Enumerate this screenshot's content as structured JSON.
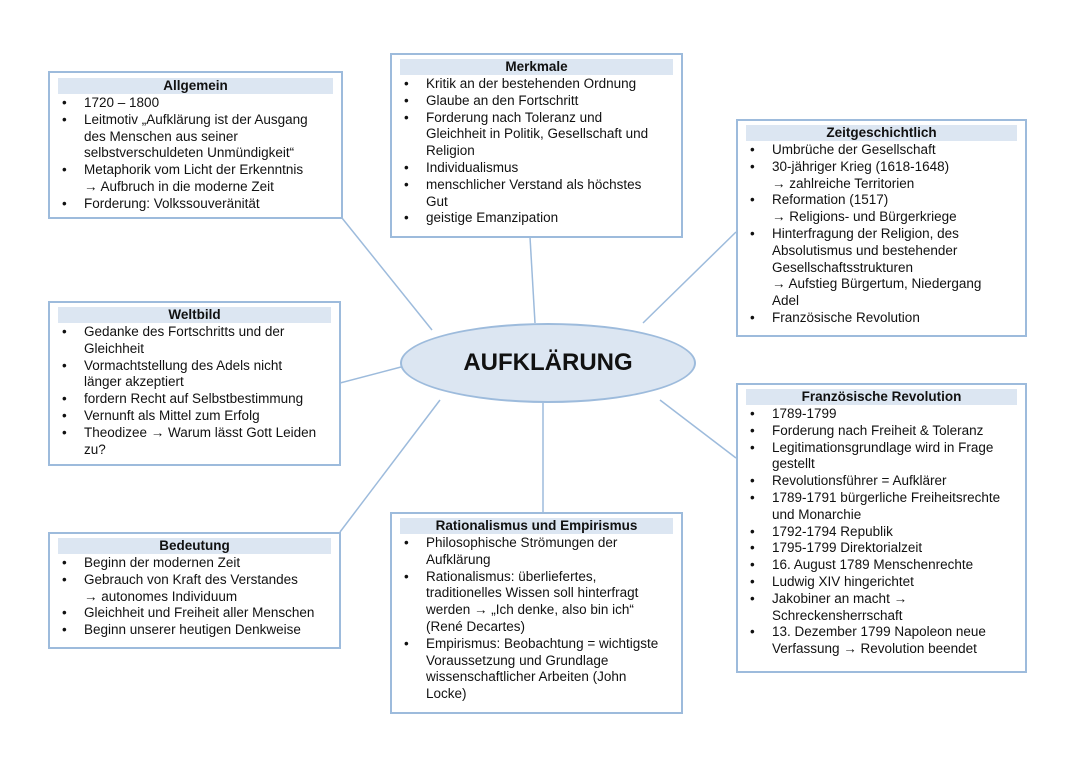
{
  "center": {
    "title": "AUFKLÄRUNG"
  },
  "colors": {
    "border": "#9dbbdc",
    "header_fill": "#dce6f2"
  },
  "boxes": {
    "allgemein": {
      "title": "Allgemein",
      "items": [
        "1720 – 1800",
        "Leitmotiv „Aufklärung ist der Ausgang\ndes Menschen aus seiner\nselbstverschuldeten Unmündigkeit“",
        "Metaphorik vom Licht der Erkenntnis\n        →  Aufbruch in die moderne Zeit",
        "Forderung: Volkssouveränität"
      ]
    },
    "merkmale": {
      "title": "Merkmale",
      "items": [
        "Kritik an der bestehenden Ordnung",
        "Glaube an den Fortschritt",
        "Forderung nach Toleranz und\nGleichheit in Politik, Gesellschaft und\nReligion",
        "Individualismus",
        "menschlicher Verstand als höchstes\nGut",
        "geistige Emanzipation"
      ]
    },
    "zeitgeschichtlich": {
      "title": "Zeitgeschichtlich",
      "items": [
        "Umbrüche der Gesellschaft",
        "30-jähriger Krieg (1618-1648)\n→ zahlreiche Territorien",
        "Reformation (1517)\n→ Religions- und Bürgerkriege",
        "Hinterfragung der Religion, des\nAbsolutismus und bestehender\nGesellschaftsstrukturen\n→ Aufstieg Bürgertum, Niedergang\nAdel",
        "Französische Revolution"
      ]
    },
    "weltbild": {
      "title": "Weltbild",
      "items": [
        "Gedanke des Fortschritts und der\nGleichheit",
        "Vormachtstellung des Adels nicht\nlänger akzeptiert",
        "fordern Recht auf Selbstbestimmung",
        "Vernunft als Mittel zum Erfolg",
        "Theodizee → Warum lässt Gott Leiden\nzu?"
      ]
    },
    "revolution": {
      "title": "Französische Revolution",
      "items": [
        "1789-1799",
        "Forderung nach Freiheit & Toleranz",
        "Legitimationsgrundlage wird in Frage\ngestellt",
        "Revolutionsführer = Aufklärer",
        "1789-1791 bürgerliche Freiheitsrechte\nund Monarchie",
        "1792-1794 Republik",
        "1795-1799 Direktorialzeit",
        "16. August 1789 Menschenrechte",
        "Ludwig XIV hingerichtet",
        "Jakobiner an macht →\nSchreckensherrschaft",
        "13. Dezember 1799 Napoleon neue\nVerfassung → Revolution beendet"
      ]
    },
    "bedeutung": {
      "title": "Bedeutung",
      "items": [
        "Beginn der modernen Zeit",
        "Gebrauch von Kraft des Verstandes\n→ autonomes Individuum",
        "Gleichheit und Freiheit aller Menschen",
        "Beginn unserer heutigen Denkweise"
      ]
    },
    "rationalismus": {
      "title": "Rationalismus und Empirismus",
      "items": [
        "Philosophische Strömungen der\nAufklärung",
        "Rationalismus: überliefertes,\ntraditionelles Wissen soll hinterfragt\nwerden → „Ich denke, also bin ich“\n(René Decartes)",
        "Empirismus: Beobachtung = wichtigste\nVoraussetzung und Grundlage\nwissenschaftlicher Arbeiten (John\nLocke)"
      ]
    }
  }
}
